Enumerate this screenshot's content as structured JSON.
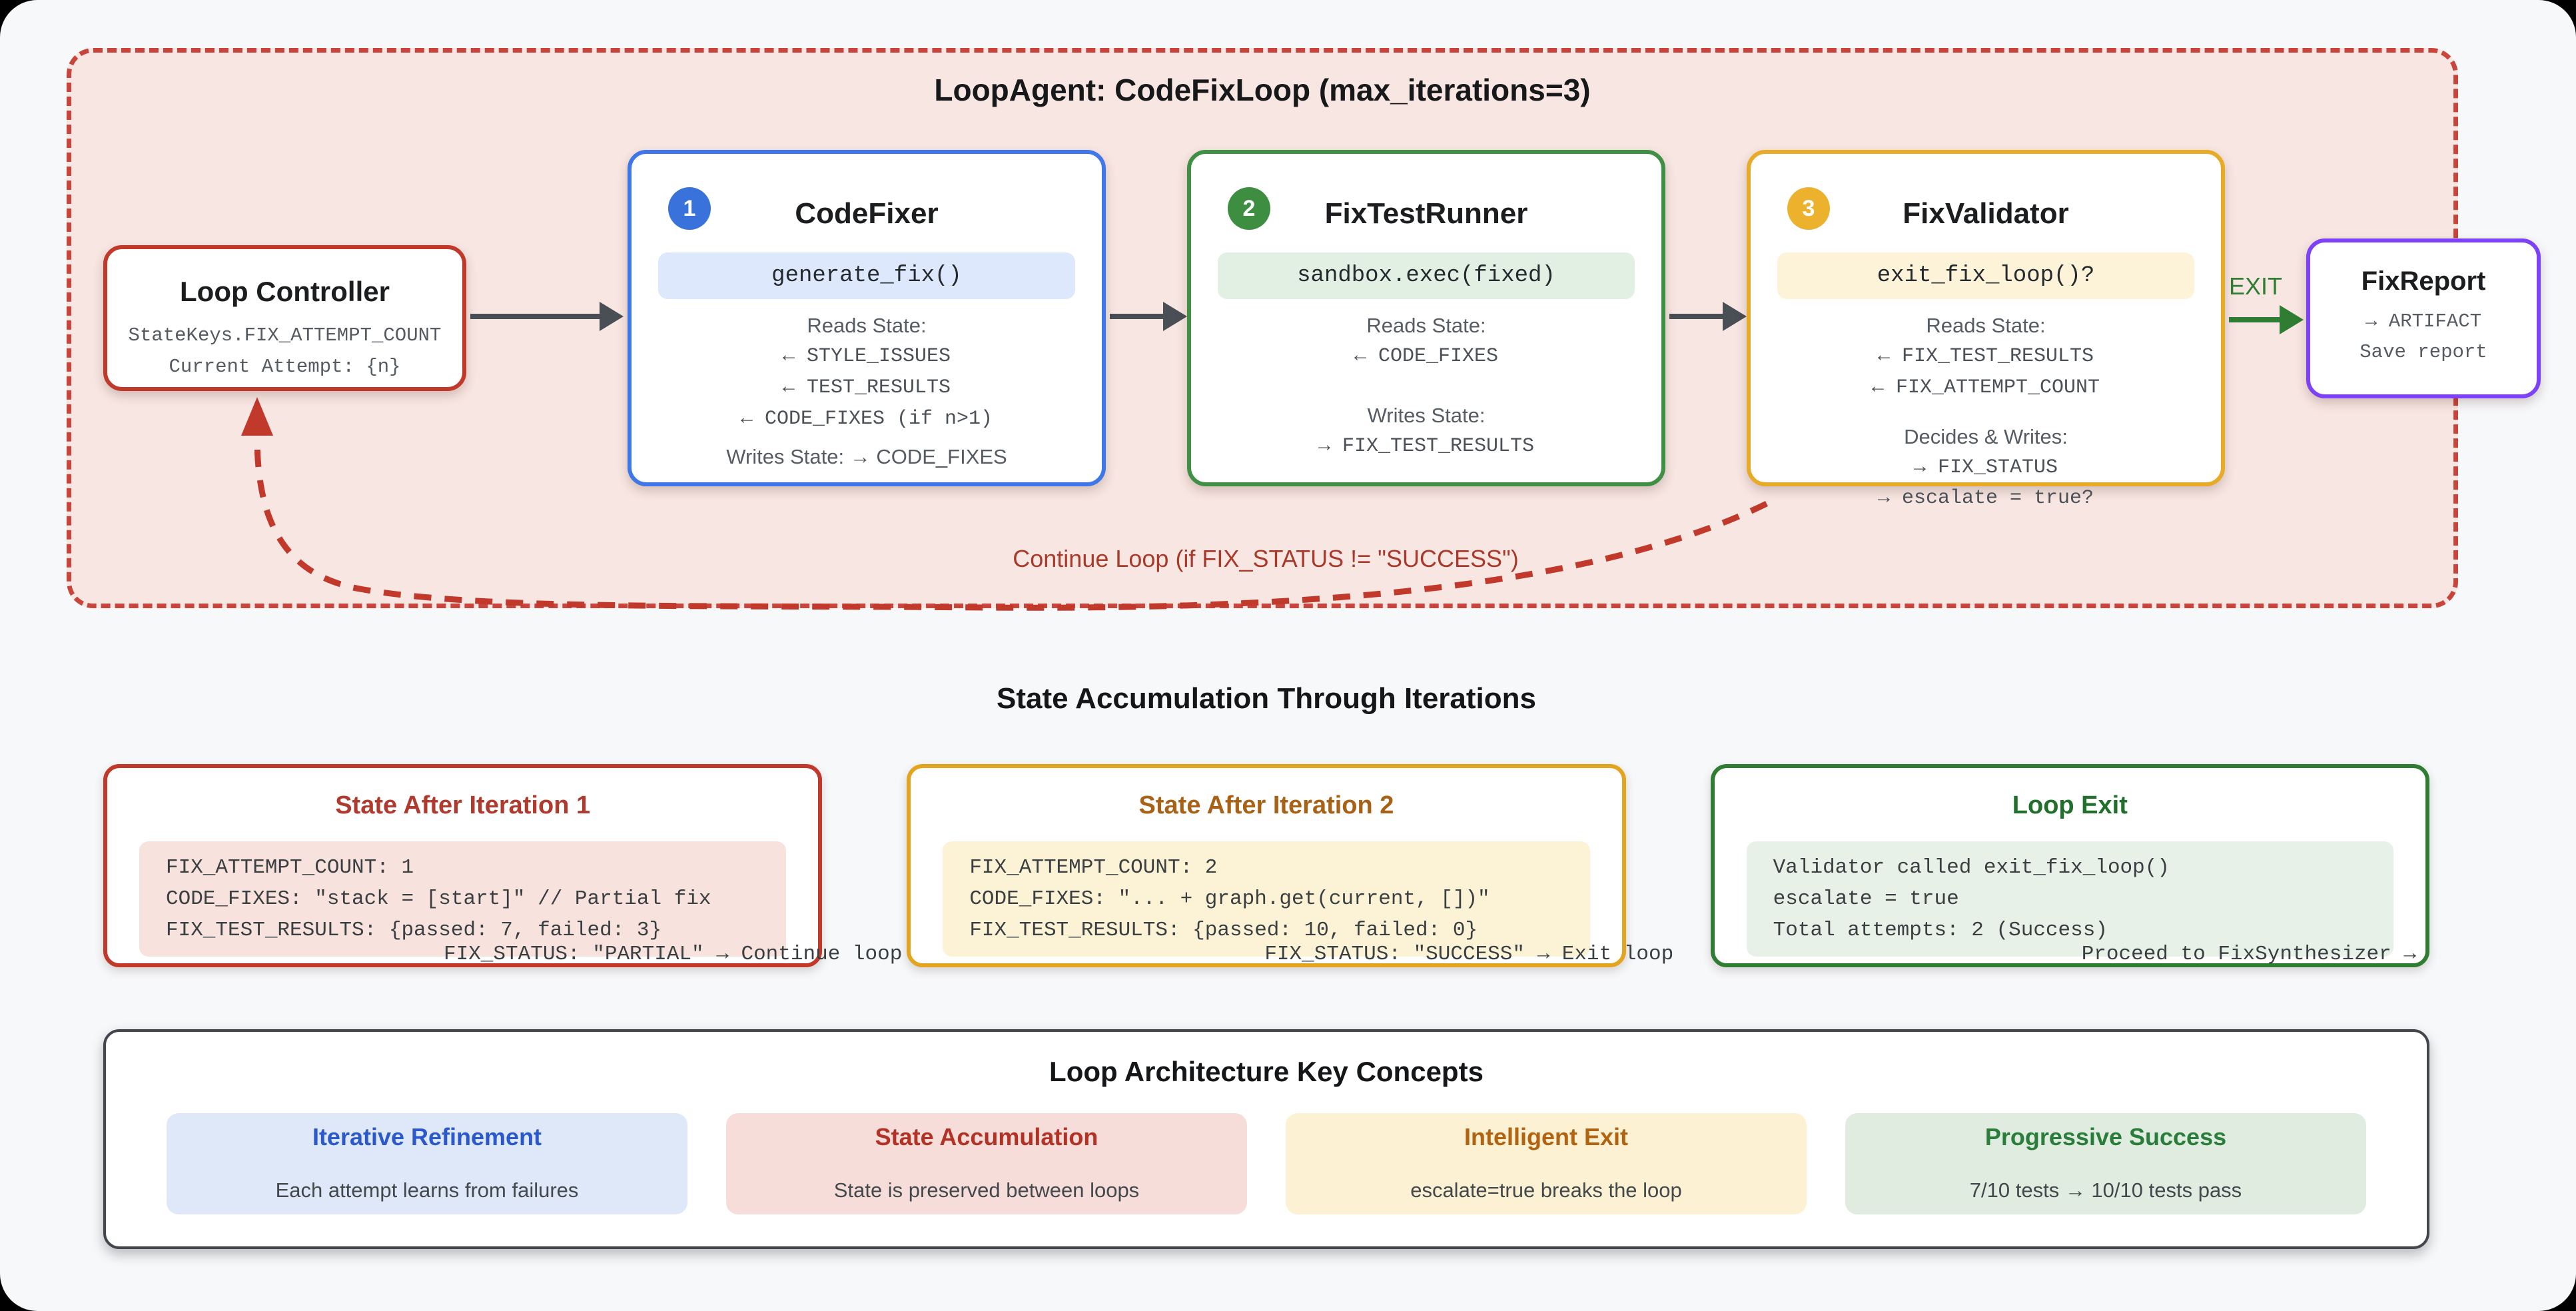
{
  "colors": {
    "page_bg": "#f7f8fa",
    "loop_container_bg": "#f8e6e2",
    "loop_container_border": "#c9443a",
    "red_accent": "#c0392b",
    "blue_accent": "#3f76e8",
    "green_accent": "#3f8f44",
    "amber_accent": "#e8ab27",
    "purple_accent": "#7d42f5",
    "exit_green": "#2e7d32",
    "arrow_gray": "#4a4f55"
  },
  "loop": {
    "title": "LoopAgent: CodeFixLoop (max_iterations=3)",
    "controller": {
      "title": "Loop Controller",
      "lines": [
        "StateKeys.FIX_ATTEMPT_COUNT",
        "Current Attempt: {n}"
      ]
    },
    "nodes": [
      {
        "badge": "1",
        "title": "CodeFixer",
        "pill": "generate_fix()",
        "lines": [
          "Reads State:",
          "← STYLE_ISSUES",
          "← TEST_RESULTS",
          "← CODE_FIXES (if n>1)",
          "Writes State: → CODE_FIXES"
        ]
      },
      {
        "badge": "2",
        "title": "FixTestRunner",
        "pill": "sandbox.exec(fixed)",
        "lines": [
          "Reads State:",
          "← CODE_FIXES",
          "Writes State:",
          "→ FIX_TEST_RESULTS"
        ]
      },
      {
        "badge": "3",
        "title": "FixValidator",
        "pill": "exit_fix_loop()?",
        "lines": [
          "Reads State:",
          "← FIX_TEST_RESULTS",
          "← FIX_ATTEMPT_COUNT",
          "Decides & Writes:",
          "→ FIX_STATUS"
        ],
        "overflow": "→ escalate = true?"
      }
    ],
    "exit_label": "EXIT",
    "report": {
      "title": "FixReport",
      "lines": [
        "→ ARTIFACT",
        "Save report"
      ]
    },
    "continue_label": "Continue Loop (if FIX_STATUS != \"SUCCESS\")"
  },
  "state_section": {
    "title": "State Accumulation Through Iterations",
    "cards": [
      {
        "title": "State After Iteration 1",
        "code": [
          "FIX_ATTEMPT_COUNT: 1",
          "CODE_FIXES: \"stack = [start]\" // Partial fix",
          "FIX_TEST_RESULTS: {passed: 7, failed: 3}"
        ],
        "overflow": "FIX_STATUS: \"PARTIAL\" → Continue loop"
      },
      {
        "title": "State After Iteration 2",
        "code": [
          "FIX_ATTEMPT_COUNT: 2",
          "CODE_FIXES: \"... + graph.get(current, [])\"",
          "FIX_TEST_RESULTS: {passed: 10, failed: 0}"
        ],
        "overflow": "FIX_STATUS: \"SUCCESS\" → Exit loop"
      },
      {
        "title": "Loop Exit",
        "code": [
          "Validator called exit_fix_loop()",
          "escalate = true",
          "Total attempts: 2 (Success)"
        ],
        "overflow": "Proceed to FixSynthesizer →"
      }
    ]
  },
  "concepts": {
    "title": "Loop Architecture Key Concepts",
    "cards": [
      {
        "title": "Iterative Refinement",
        "desc": "Each attempt learns from failures"
      },
      {
        "title": "State Accumulation",
        "desc": "State is preserved between loops"
      },
      {
        "title": "Intelligent Exit",
        "desc": "escalate=true breaks the loop"
      },
      {
        "title": "Progressive Success",
        "desc": "7/10 tests → 10/10 tests pass"
      }
    ]
  }
}
